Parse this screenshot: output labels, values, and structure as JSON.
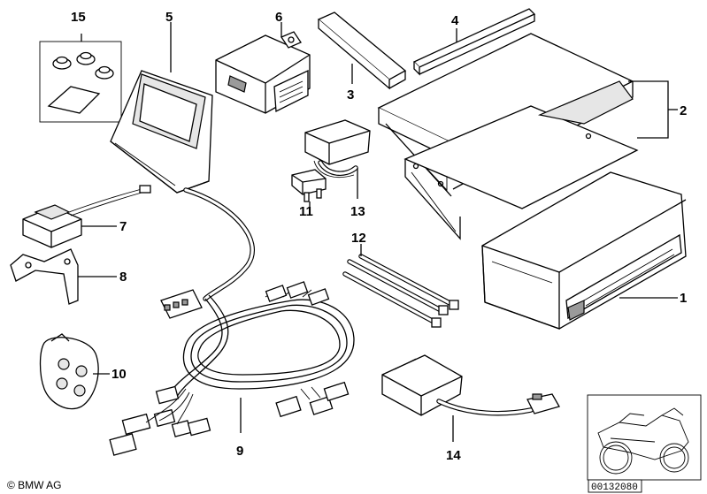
{
  "parts": [
    {
      "id": "part-1",
      "number": "1"
    },
    {
      "id": "part-2",
      "number": "2"
    },
    {
      "id": "part-3",
      "number": "3"
    },
    {
      "id": "part-4",
      "number": "4"
    },
    {
      "id": "part-5",
      "number": "5"
    },
    {
      "id": "part-6",
      "number": "6"
    },
    {
      "id": "part-7",
      "number": "7"
    },
    {
      "id": "part-8",
      "number": "8"
    },
    {
      "id": "part-9",
      "number": "9"
    },
    {
      "id": "part-10",
      "number": "10"
    },
    {
      "id": "part-11",
      "number": "11"
    },
    {
      "id": "part-12",
      "number": "12"
    },
    {
      "id": "part-13",
      "number": "13"
    },
    {
      "id": "part-14",
      "number": "14"
    },
    {
      "id": "part-15",
      "number": "15"
    }
  ],
  "footer": {
    "copyright": "© BMW AG",
    "diagram_ref": "00132080"
  }
}
